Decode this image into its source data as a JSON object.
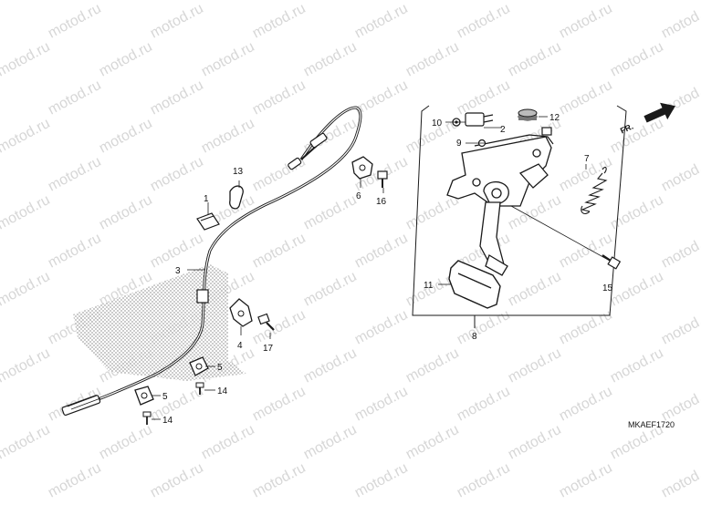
{
  "watermark": "motod.ru",
  "diagram_code": "MKAEF1720",
  "direction_label": "FR.",
  "callouts": {
    "c1": "1",
    "c2": "2",
    "c3": "3",
    "c4": "4",
    "c5a": "5",
    "c5b": "5",
    "c6": "6",
    "c7": "7",
    "c8": "8",
    "c9": "9",
    "c10": "10",
    "c11": "11",
    "c12": "12",
    "c13": "13",
    "c14a": "14",
    "c14b": "14",
    "c15": "15",
    "c16": "16",
    "c17": "17"
  },
  "colors": {
    "line": "#1a1a1a",
    "shade": "#c9c9c9",
    "watermark": "#d7d7d7"
  }
}
